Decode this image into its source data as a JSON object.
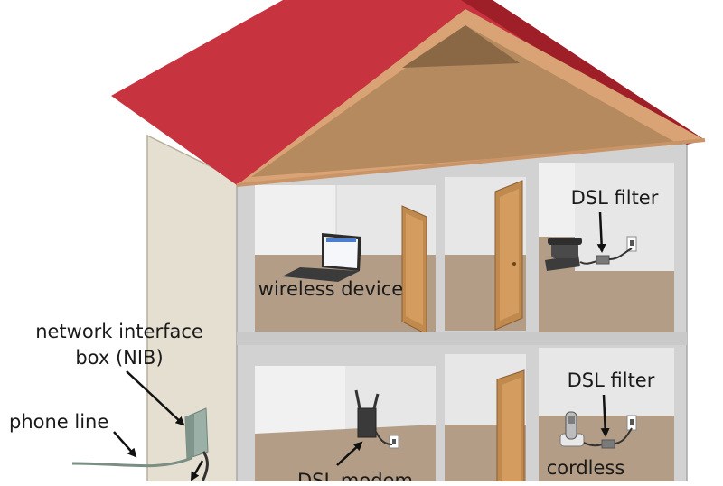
{
  "labels": {
    "nib_line1": "network interface",
    "nib_line2": "box (NIB)",
    "phone_line": "phone line",
    "wireless_device": "wireless device",
    "dsl_filter_upper": "DSL filter",
    "dsl_filter_lower": "DSL filter",
    "dsl_modem": "DSL modem",
    "cordless": "cordless"
  },
  "colors": {
    "roof": "#c7333f",
    "roof_dark": "#9e1f28",
    "attic": "#b48a5e",
    "wall_side": "#e5dfd1",
    "wall_front": "#d6d6d6",
    "room_wall": "#e7e7e7",
    "floor": "#b49d86",
    "door": "#c08a4f"
  },
  "icons": [
    "laptop-icon",
    "telephone-icon",
    "dsl-filter-icon",
    "router-icon",
    "cordless-phone-icon",
    "wall-jack-icon",
    "nib-box-icon"
  ]
}
